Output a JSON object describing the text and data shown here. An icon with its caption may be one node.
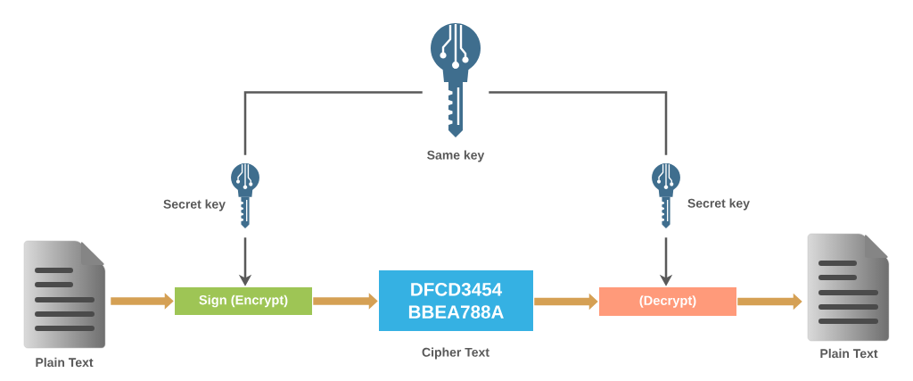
{
  "diagram": {
    "nodes": [
      {
        "text": [],
        "shape": "document",
        "beside": [
          "Plain Text"
        ]
      },
      {
        "text": [
          "Sign (Encrypt)"
        ]
      },
      {
        "text": [
          "DFCD3454 BBEA788A"
        ],
        "beside": [
          "Cipher Text"
        ]
      },
      {
        "text": [
          "(Decrypt)"
        ]
      },
      {
        "text": [],
        "shape": "document",
        "beside": [
          "Plain Text"
        ]
      },
      {
        "text": [],
        "shape": "key",
        "beside": [
          "Same key"
        ]
      },
      {
        "text": [],
        "shape": "key",
        "beside": [
          "Secret key"
        ]
      },
      {
        "text": [],
        "shape": "key",
        "beside": [
          "Secret key"
        ]
      }
    ],
    "edges": [
      {
        "from": 0,
        "to": 1,
        "arrow": "to",
        "style": "thick",
        "color": "#d5a054"
      },
      {
        "from": 1,
        "to": 2,
        "arrow": "to",
        "style": "thick",
        "color": "#d5a054"
      },
      {
        "from": 2,
        "to": 3,
        "arrow": "to",
        "style": "thick",
        "color": "#d5a054"
      },
      {
        "from": 3,
        "to": 4,
        "arrow": "to",
        "style": "thick",
        "color": "#d5a054"
      },
      {
        "from": 5,
        "to": 6,
        "arrow": "none",
        "color": "#595959"
      },
      {
        "from": 5,
        "to": 7,
        "arrow": "none",
        "color": "#595959"
      },
      {
        "from": 6,
        "to": 1,
        "arrow": "to",
        "color": "#595959"
      },
      {
        "from": 7,
        "to": 3,
        "arrow": "to",
        "color": "#595959"
      }
    ]
  }
}
